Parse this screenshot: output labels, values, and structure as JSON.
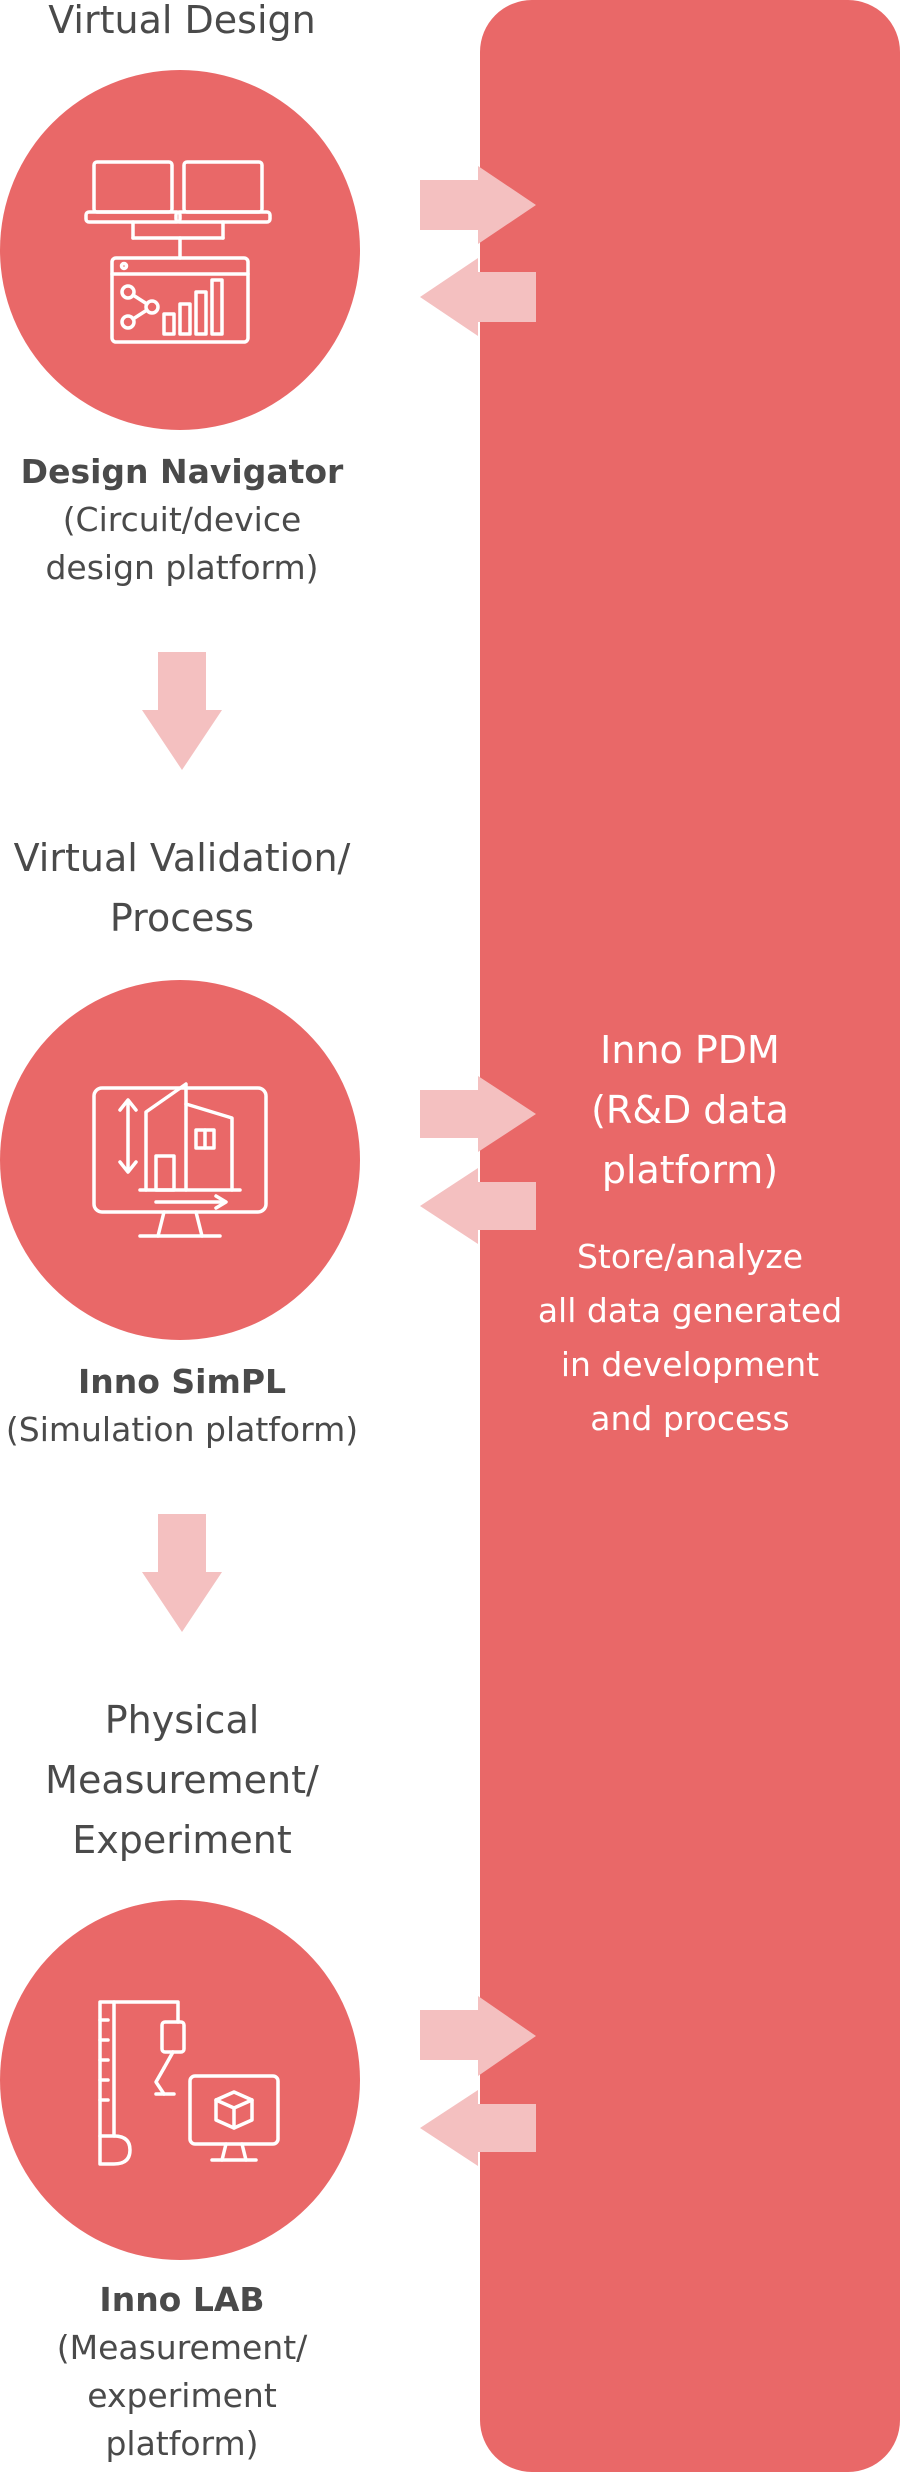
{
  "colors": {
    "panel": "#e96868",
    "circle": "#e96868",
    "arrow": "#f4c0c0",
    "icon_stroke": "#ffffff"
  },
  "stages": [
    {
      "title_lines": [
        "Virtual Design"
      ],
      "icon": "computer-network-chart-icon",
      "name": "Design Navigator",
      "sub_lines": [
        "(Circuit/device",
        "design platform)"
      ]
    },
    {
      "title_lines": [
        "Virtual Validation/",
        "Process"
      ],
      "icon": "monitor-building-icon",
      "name": "Inno SimPL",
      "sub_lines": [
        "(Simulation platform)"
      ]
    },
    {
      "title_lines": [
        "Physical",
        "Measurement/",
        "Experiment"
      ],
      "icon": "robot-arm-monitor-icon",
      "name": "Inno LAB",
      "sub_lines": [
        "(Measurement/",
        "experiment",
        "platform)"
      ]
    }
  ],
  "platform": {
    "title_lines": [
      "Inno PDM",
      "(R&D data",
      "platform)"
    ],
    "desc_lines": [
      "Store/analyze",
      "all data generated",
      "in development",
      "and process"
    ]
  }
}
